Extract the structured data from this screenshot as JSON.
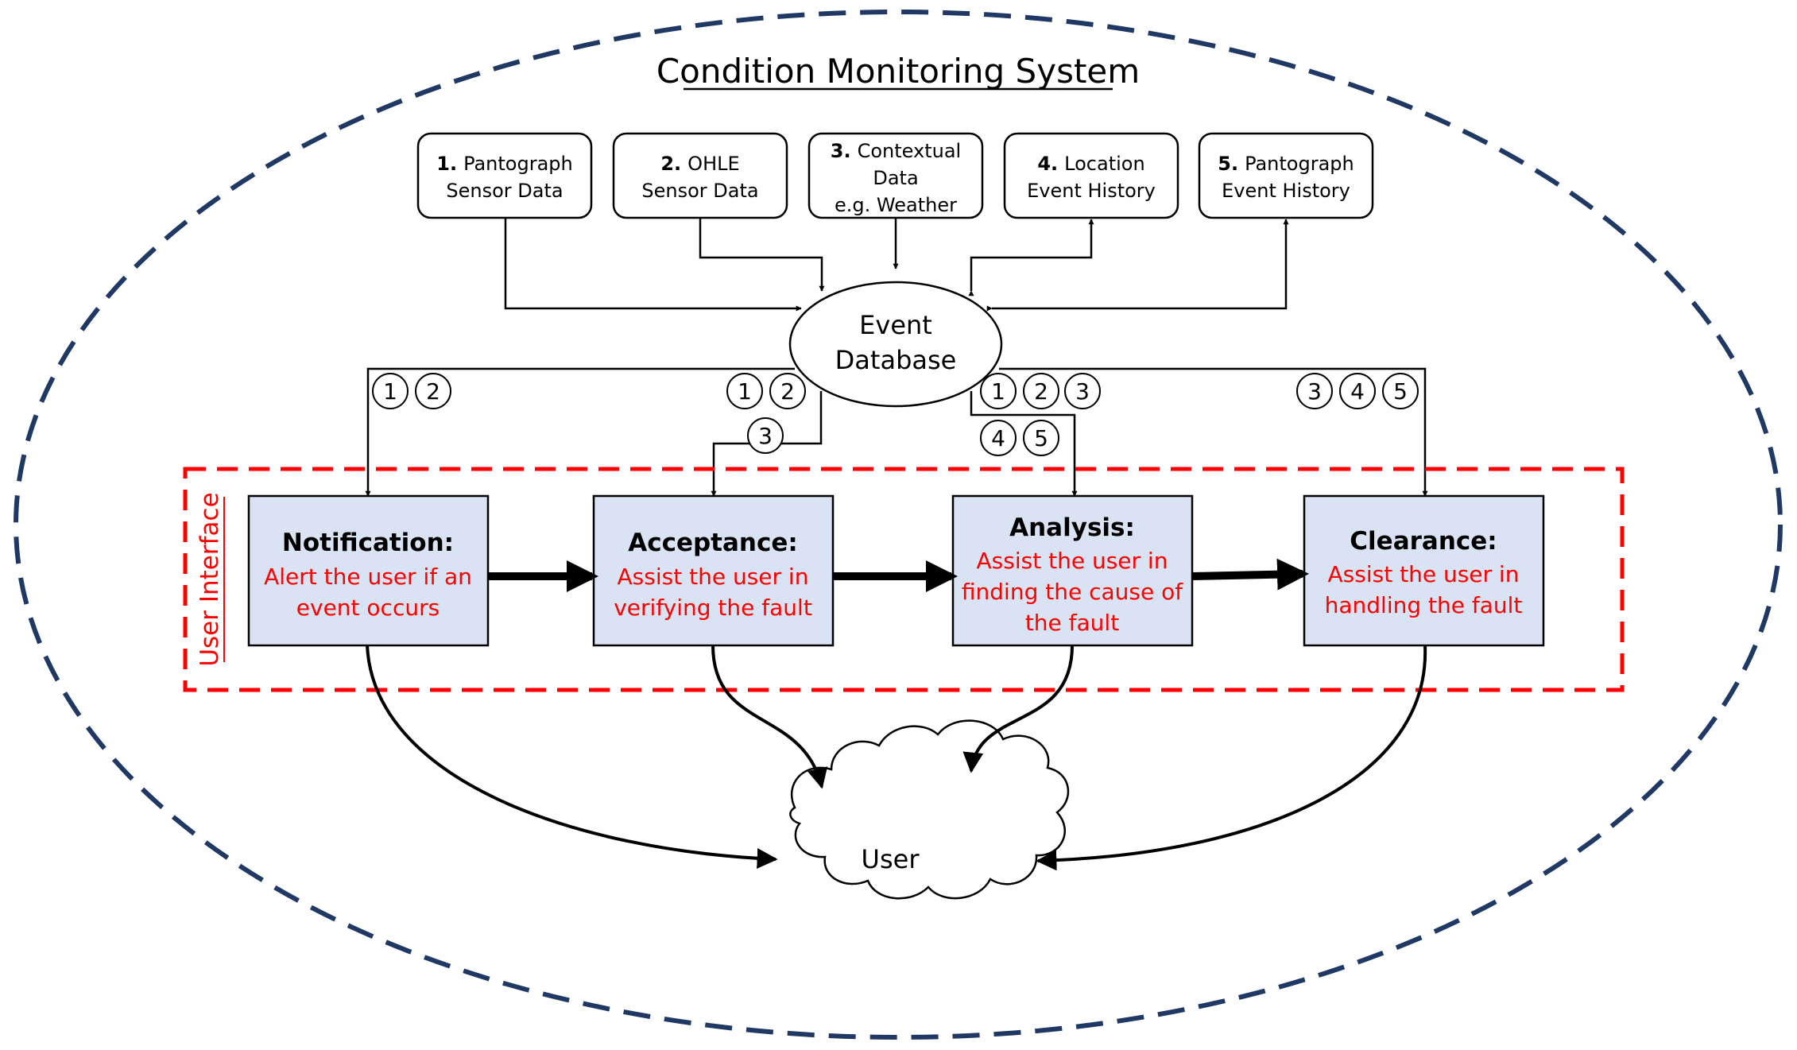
{
  "title": "Condition Monitoring System",
  "sources": [
    {
      "num": "1.",
      "line1": "Pantograph",
      "line2": "Sensor Data",
      "line3": ""
    },
    {
      "num": "2.",
      "line1": "OHLE",
      "line2": "Sensor Data",
      "line3": ""
    },
    {
      "num": "3.",
      "line1": "Contextual",
      "line2": "Data",
      "line3": "e.g. Weather"
    },
    {
      "num": "4.",
      "line1": "Location",
      "line2": "Event History",
      "line3": ""
    },
    {
      "num": "5.",
      "line1": "Pantograph",
      "line2": "Event History",
      "line3": ""
    }
  ],
  "database": {
    "line1": "Event",
    "line2": "Database"
  },
  "markers": {
    "m1": "1",
    "m2": "2",
    "m3": "3",
    "m4": "4",
    "m5": "5"
  },
  "ui_label": "User Interface",
  "stages": [
    {
      "title": "Notification:",
      "desc": [
        "Alert the user if an",
        "event occurs"
      ]
    },
    {
      "title": "Acceptance:",
      "desc": [
        "Assist the user in",
        "verifying the fault"
      ]
    },
    {
      "title": "Analysis:",
      "desc": [
        "Assist the user in",
        "finding the cause of",
        "the fault"
      ]
    },
    {
      "title": "Clearance:",
      "desc": [
        "Assist the user in",
        "handling the fault"
      ]
    }
  ],
  "user": "User",
  "colors": {
    "outer_ellipse": "#1f3864",
    "ui_border": "#ff0000",
    "stage_fill": "#dae3f3",
    "stage_desc": "#ff0000"
  }
}
